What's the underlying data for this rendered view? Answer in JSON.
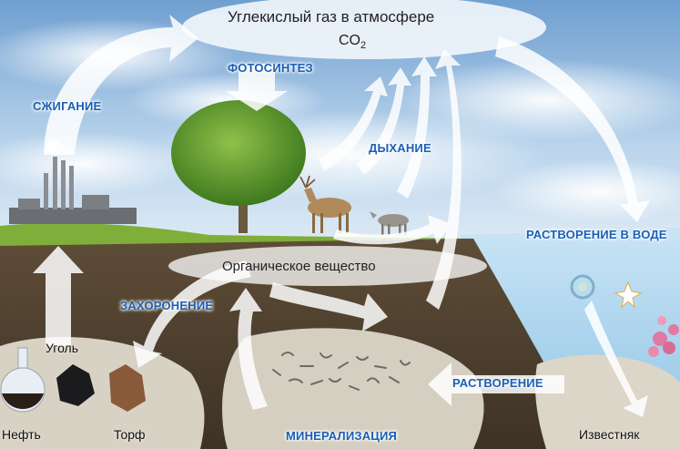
{
  "title": "Углекислый газ в атмосфере",
  "co2": {
    "formula": "CO",
    "subscript": "2"
  },
  "processes": {
    "burning": "СЖИГАНИЕ",
    "photosynthesis": "ФОТОСИНТЕЗ",
    "respiration": "ДЫХАНИЕ",
    "dissolution_in_water": "РАСТВОРЕНИЕ В ВОДЕ",
    "burial": "ЗАХОРОНЕНИЕ",
    "dissolution": "РАСТВОРЕНИЕ",
    "mineralization": "МИНЕРАЛИЗАЦИЯ"
  },
  "substances": {
    "organic_matter": "Органическое вещество",
    "coal": "Уголь",
    "oil": "Нефть",
    "peat": "Торф",
    "limestone": "Известняк"
  },
  "colors": {
    "sky_top": "#6f9fd0",
    "sky_bottom": "#d9e8f4",
    "grass": "#7fae3a",
    "soil": "#5b4a36",
    "sand": "#d8d2c4",
    "water": "#a9d4ee",
    "label_blue": "#1a5fb4",
    "arrow": "#ffffff"
  }
}
